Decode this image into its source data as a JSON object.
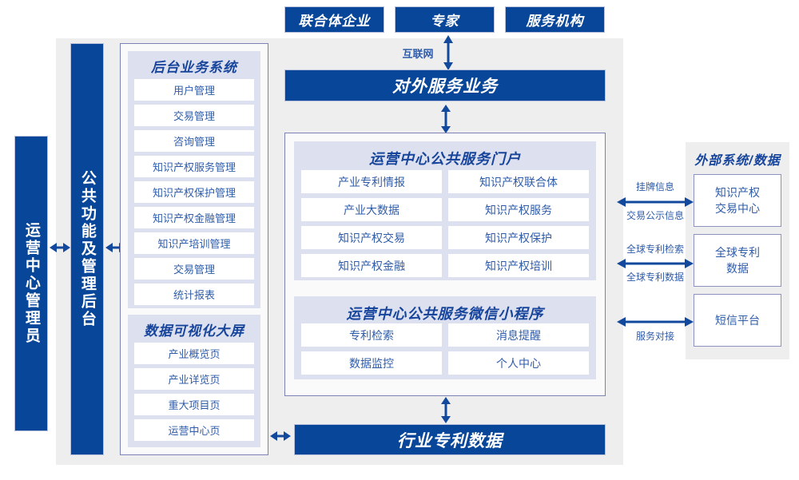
{
  "top_actors": [
    {
      "label": "联合体企业"
    },
    {
      "label": "专家"
    },
    {
      "label": "服务机构"
    }
  ],
  "internet_label": "互联网",
  "external_service_bar": "对外服务业务",
  "operator_bar": "运营中心管理员",
  "common_backend_bar": "公共功能及管理后台",
  "backend_system": {
    "title": "后台业务系统",
    "items": [
      "用户管理",
      "交易管理",
      "咨询管理",
      "知识产权服务管理",
      "知识产权保护管理",
      "知识产权金融管理",
      "知识产培训管理",
      "交易管理",
      "统计报表"
    ]
  },
  "visualization": {
    "title": "数据可视化大屏",
    "items": [
      "产业概览页",
      "产业详览页",
      "重大项目页",
      "运营中心页"
    ]
  },
  "portal": {
    "title": "运营中心公共服务门户",
    "items_left": [
      "产业专利情报",
      "产业大数据",
      "知识产权交易",
      "知识产权金融"
    ],
    "items_right": [
      "知识产权联合体",
      "知识产权服务",
      "知识产权保护",
      "知识产权培训"
    ]
  },
  "miniprogram": {
    "title": "运营中心公共服务微信小程序",
    "items_left": [
      "专利检索",
      "数据监控"
    ],
    "items_right": [
      "消息提醒",
      "个人中心"
    ]
  },
  "industry_data_bar": "行业专利数据",
  "external": {
    "title": "外部系统/数据",
    "boxes": [
      {
        "line1": "知识产权",
        "line2": "交易中心"
      },
      {
        "line1": "全球专利",
        "line2": "数据"
      },
      {
        "line1": "短信平台",
        "line2": ""
      }
    ],
    "connectors": [
      {
        "above": "挂牌信息",
        "below": "交易公示信息"
      },
      {
        "above": "全球专利检索",
        "below": "全球专利数据"
      },
      {
        "above": "",
        "below": "服务对接"
      }
    ]
  },
  "colors": {
    "deep_blue": "#08469a",
    "text_blue": "#2f5caa",
    "panel_border": "#7c81b6",
    "group_bg": "#dde0ef",
    "stage_bg": "#eeeeee",
    "arrow_blue": "#13499d"
  }
}
